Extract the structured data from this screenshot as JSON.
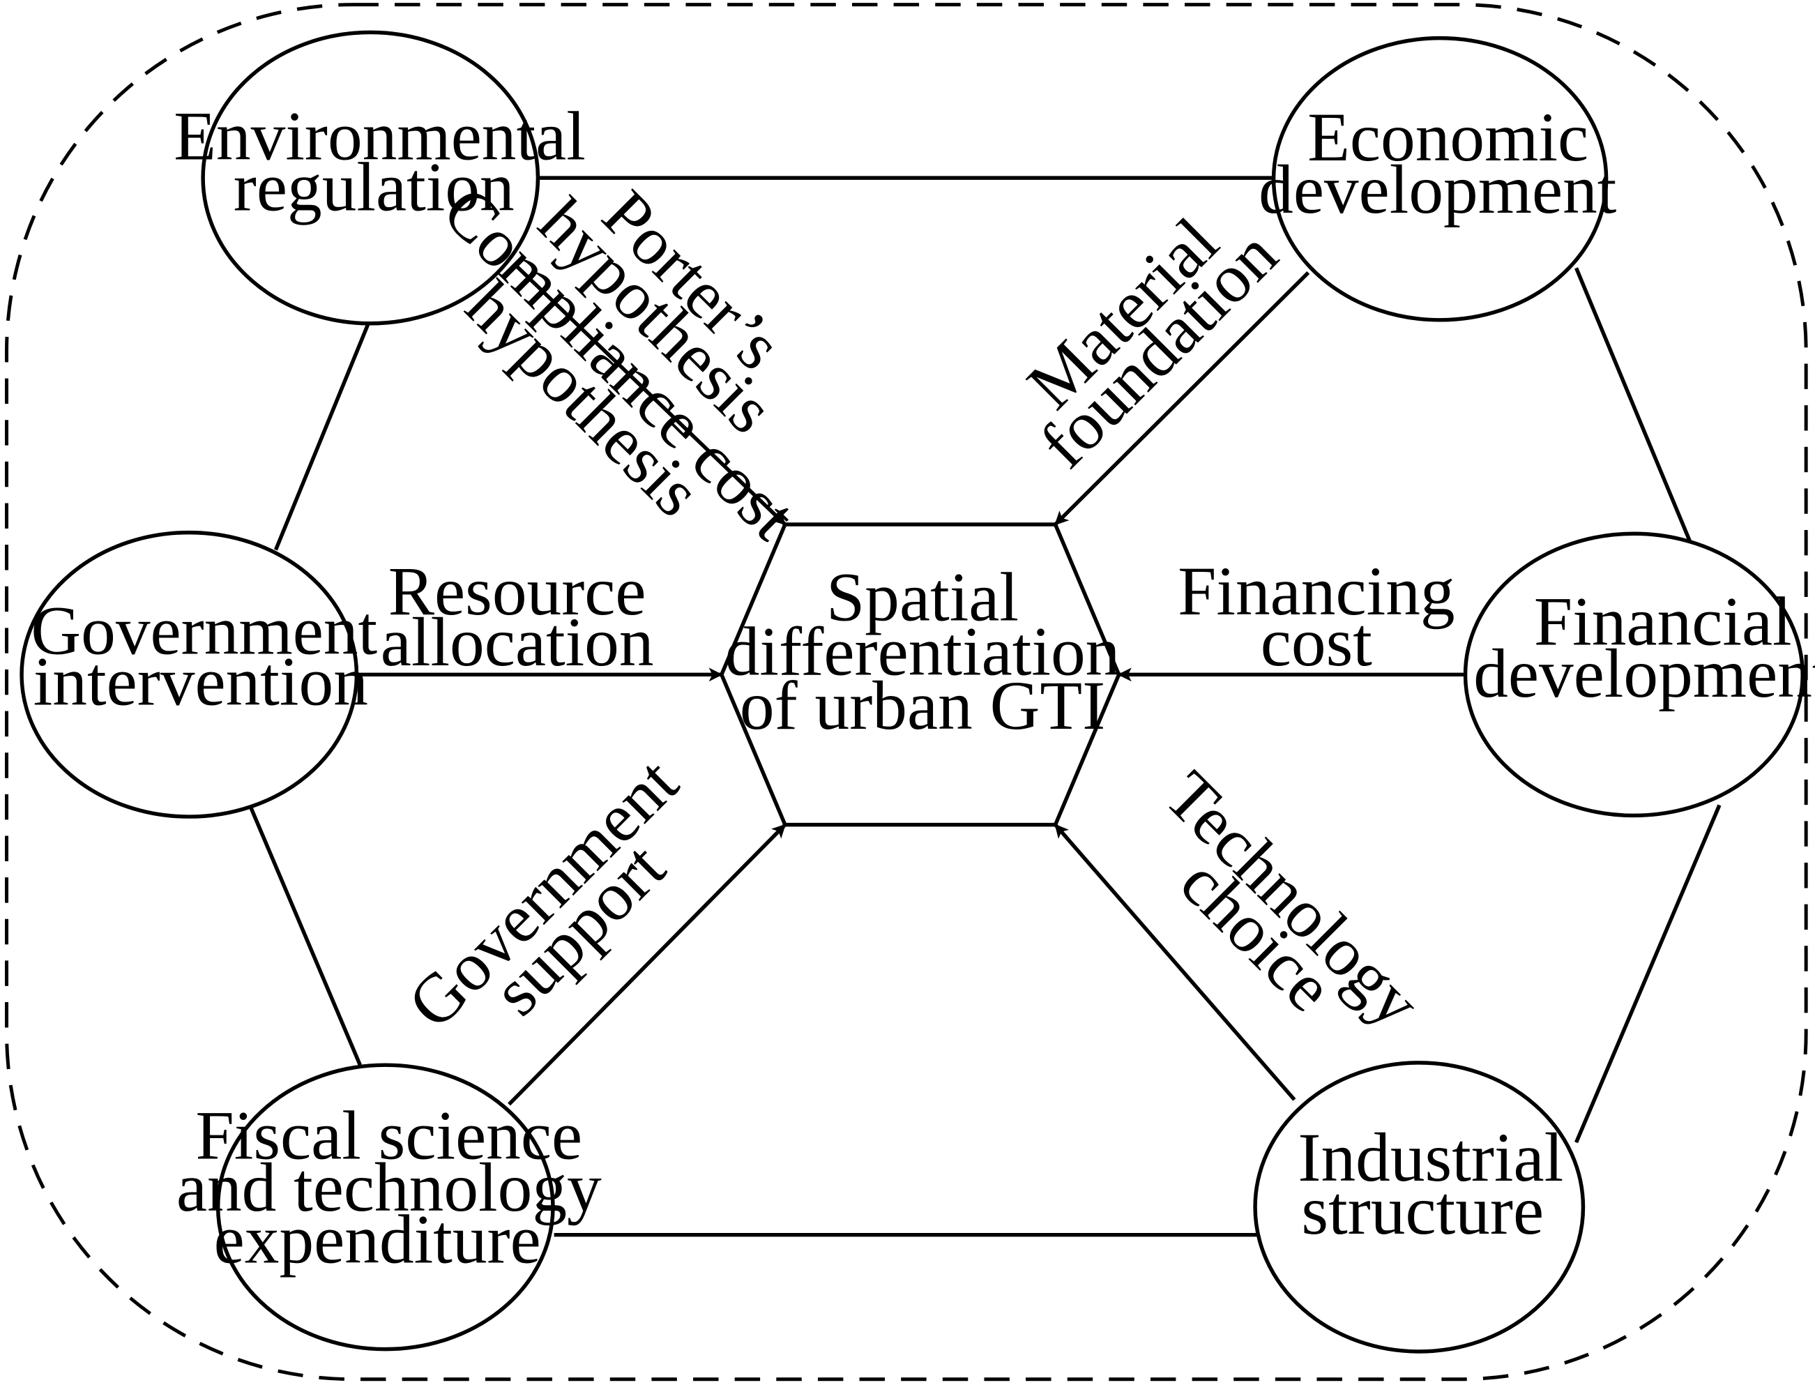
{
  "center": {
    "line1": "Spatial",
    "line2": "differentiation",
    "line3": "of urban GTI"
  },
  "factors": {
    "environmental_regulation": {
      "line1": "Environmental",
      "line2": "regulation"
    },
    "economic_development": {
      "line1": "Economic",
      "line2": "development"
    },
    "government_intervention": {
      "line1": "Government",
      "line2": "intervention"
    },
    "financial_development": {
      "line1": "Financial",
      "line2": "development"
    },
    "fiscal_expenditure": {
      "line1": "Fiscal science",
      "line2": "and technology",
      "line3": "expenditure"
    },
    "industrial_structure": {
      "line1": "Industrial",
      "line2": "structure"
    }
  },
  "mechanisms": {
    "porters_hypothesis": {
      "line1": "Porter’s",
      "line2": "hypothesis"
    },
    "compliance_cost": {
      "line1": "Compliance cost",
      "line2": "hypothesis"
    },
    "material_foundation": {
      "line1": "Material",
      "line2": "foundation"
    },
    "resource_allocation": {
      "line1": "Resource",
      "line2": "allocation"
    },
    "financing_cost": {
      "line1": "Financing",
      "line2": "cost"
    },
    "government_support": {
      "line1": "Government",
      "line2": "support"
    },
    "technology_choice": {
      "line1": "Technology",
      "line2": "choice"
    }
  }
}
